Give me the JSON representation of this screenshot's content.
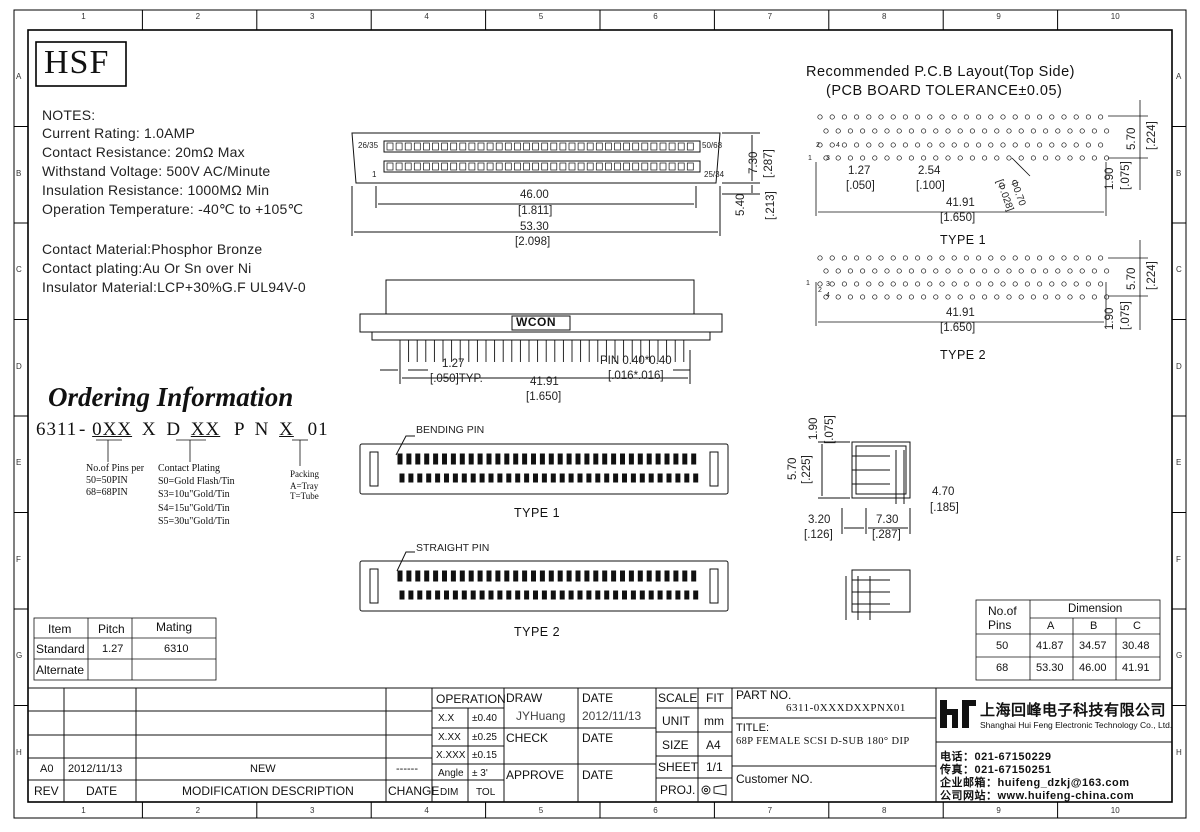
{
  "border": {
    "col_labels": [
      "1",
      "2",
      "3",
      "4",
      "5",
      "6",
      "7",
      "8",
      "9",
      "10"
    ],
    "row_labels": [
      "A",
      "B",
      "C",
      "D",
      "E",
      "F",
      "G",
      "H"
    ]
  },
  "logo": "HSF",
  "notes": {
    "heading": "NOTES:",
    "lines": [
      "Current Rating: 1.0AMP",
      "Contact Resistance: 20mΩ Max",
      "Withstand Voltage: 500V AC/Minute",
      "Insulation Resistance: 1000MΩ Min",
      "Operation Temperature: -40℃ to +105℃"
    ],
    "material_lines": [
      "Contact Material:Phosphor Bronze",
      "Contact plating:Au Or Sn over Ni",
      "Insulator Material:LCP+30%G.F UL94V-0"
    ]
  },
  "front_view": {
    "pin_first_left": "26/35",
    "pin_last_left": "1",
    "pin_first_right": "50/68",
    "pin_last_right": "25/34",
    "dim_inner": "46.00",
    "dim_inner_in": "[1.811]",
    "dim_outer": "53.30",
    "dim_outer_in": "[2.098]",
    "dim_height": "7.30",
    "dim_height_in": "[.287]",
    "dim_depth": "5.40",
    "dim_depth_in": "[.213]"
  },
  "side_view": {
    "brand": "WCON",
    "pitch": "1.27",
    "pitch_in": "[.050]TYP.",
    "pin_size": "PIN 0.40*0.40",
    "pin_size_in": "[.016*.016]",
    "span": "41.91",
    "span_in": "[1.650]"
  },
  "pcb": {
    "title": "Recommended P.C.B Layout(Top Side)",
    "subtitle": "(PCB BOARD TOLERANCE±0.05)",
    "type1": "TYPE 1",
    "type2": "TYPE 2",
    "pitch": "1.27",
    "pitch_in": "[.050]",
    "row_pitch": "2.54",
    "row_pitch_in": "[.100]",
    "hole": "Φ0.70",
    "hole_in": "[Φ.028]",
    "span": "41.91",
    "span_in": "[1.650]",
    "height": "5.70",
    "height_in": "[.224]",
    "row_gap": "1.90",
    "row_gap_in": "[.075]",
    "pin_labels": [
      "1",
      "2",
      "3",
      "4"
    ]
  },
  "ordering": {
    "heading": "Ordering Information",
    "code": [
      "6311",
      "-",
      "0XX",
      "X",
      "D",
      "XX",
      "P",
      "N",
      "X",
      "01"
    ],
    "pins_title": "No.of Pins per",
    "pins_lines": [
      "50=50PIN",
      "68=68PIN"
    ],
    "plating_title": "Contact Plating",
    "plating_lines": [
      "S0=Gold Flash/Tin",
      "S3=10u\"Gold/Tin",
      "S4=15u\"Gold/Tin",
      "S5=30u\"Gold/Tin"
    ],
    "packing_title": "Packing",
    "packing_lines": [
      "A=Tray",
      "T=Tube"
    ]
  },
  "bottom_views": {
    "bending_label": "BENDING PIN",
    "straight_label": "STRAIGHT PIN",
    "type1": "TYPE 1",
    "type2": "TYPE 2"
  },
  "side_detail": {
    "d1": "1.90",
    "d1_in": "[.075]",
    "d2": "5.70",
    "d2_in": "[.225]",
    "d3": "4.70",
    "d3_in": "[.185]",
    "d4": "3.20",
    "d4_in": "[.126]",
    "d5": "7.30",
    "d5_in": "[.287]"
  },
  "pitch_table": {
    "headers": [
      "Item",
      "Pitch",
      "Mating"
    ],
    "rows": [
      [
        "Standard",
        "1.27",
        "6310"
      ],
      [
        "Alternate",
        "",
        ""
      ]
    ]
  },
  "dim_table": {
    "h1": "No.of",
    "h1b": "Pins",
    "h2": "Dimension",
    "cols": [
      "A",
      "B",
      "C"
    ],
    "rows": [
      [
        "50",
        "41.87",
        "34.57",
        "30.48"
      ],
      [
        "68",
        "53.30",
        "46.00",
        "41.91"
      ]
    ]
  },
  "title_block": {
    "rev_row": [
      "A0",
      "2012/11/13",
      "NEW",
      "------"
    ],
    "rev_headers": [
      "REV",
      "DATE",
      "MODIFICATION DESCRIPTION",
      "CHANGE"
    ],
    "operation": "OPERATION",
    "tolerances": [
      [
        "X.X",
        "±0.40"
      ],
      [
        "X.XX",
        "±0.25"
      ],
      [
        "X.XXX",
        "±0.15"
      ],
      [
        "Angle",
        "± 3'"
      ]
    ],
    "tol_headers": [
      "DIM",
      "TOL"
    ],
    "draw_label": "DRAW",
    "draw_value": "JYHuang",
    "check_label": "CHECK",
    "approve_label": "APPROVE",
    "date_label": "DATE",
    "date_value": "2012/11/13",
    "scale_label": "SCALE",
    "fit_label": "FIT",
    "unit_label": "UNIT",
    "unit_value": "mm",
    "size_label": "SIZE",
    "size_value": "A4",
    "sheet_label": "SHEET",
    "sheet_value": "1/1",
    "proj_label": "PROJ.",
    "part_no_label": "PART NO.",
    "part_no_value": "6311-0XXXDXXPNX01",
    "title_label": "TITLE:",
    "title_value": "68P FEMALE SCSI D-SUB 180° DIP",
    "customer_label": "Customer NO.",
    "company_cn": "上海回峰电子科技有限公司",
    "company_en": "Shanghai Hui Feng Electronic Technology Co., Ltd.",
    "phone": "电话：021-67150229",
    "fax": "传真：021-67150251",
    "email": "企业邮箱：huifeng_dzkj@163.com",
    "web": "公司网站：www.huifeng-china.com"
  }
}
